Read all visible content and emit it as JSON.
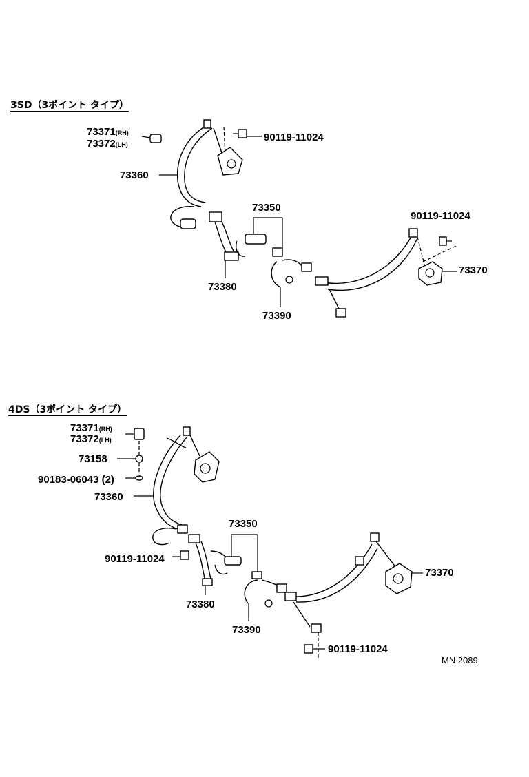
{
  "sections": [
    {
      "title": "3SD（3ポイント タイプ）",
      "labels": {
        "p73371": "73371",
        "p73371_side": "(RH)",
        "p73372": "73372",
        "p73372_side": "(LH)",
        "p73360": "73360",
        "bolt_top": "90119-11024",
        "p73350": "73350",
        "bolt_right": "90119-11024",
        "p73370": "73370",
        "p73380": "73380",
        "p73390": "73390"
      }
    },
    {
      "title": "4DS（3ポイント タイプ）",
      "labels": {
        "p73371": "73371",
        "p73371_side": "(RH)",
        "p73372": "73372",
        "p73372_side": "(LH)",
        "p73158": "73158",
        "p90183": "90183-06043 (2)",
        "p73360": "73360",
        "p73350": "73350",
        "bolt_left": "90119-11024",
        "p73370": "73370",
        "p73380": "73380",
        "p73390": "73390",
        "bolt_bottom": "90119-11024"
      }
    }
  ],
  "drawing_code": "MN 2089"
}
